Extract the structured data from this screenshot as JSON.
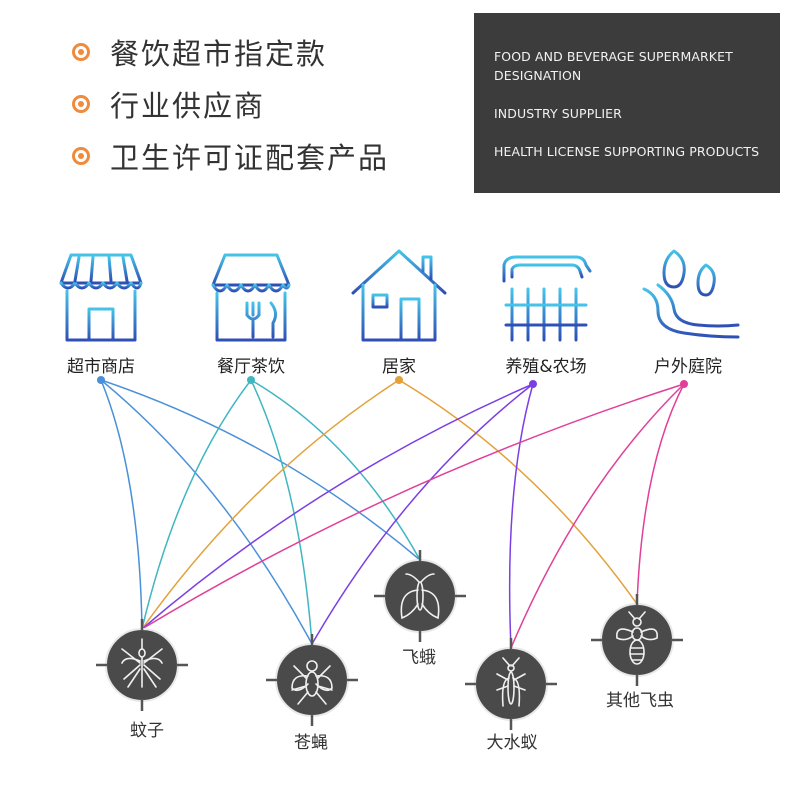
{
  "features": [
    {
      "text": "餐饮超市指定款"
    },
    {
      "text": "行业供应商"
    },
    {
      "text": "卫生许可证配套产品"
    }
  ],
  "english_box": {
    "lines": [
      "FOOD AND BEVERAGE SUPERMARKET DESIGNATION",
      "INDUSTRY SUPPLIER",
      "HEALTH LICENSE SUPPORTING PRODUCTS"
    ]
  },
  "colors": {
    "bullet": "#f08a3c",
    "box_bg": "#3c3c3c",
    "insect_circle": "#4a4a4a"
  },
  "locations": [
    {
      "id": "supermarket",
      "label": "超市商店",
      "icon": "storefront-icon",
      "color": "#4a90d9"
    },
    {
      "id": "restaurant",
      "label": "餐厅茶饮",
      "icon": "cafe-awning-icon",
      "color": "#3fb6c0"
    },
    {
      "id": "home",
      "label": "居家",
      "icon": "house-icon",
      "color": "#e3a13a"
    },
    {
      "id": "farm",
      "label": "养殖&农场",
      "icon": "farm-barn-icon",
      "color": "#7b3fe4"
    },
    {
      "id": "outdoor",
      "label": "户外庭院",
      "icon": "trees-path-icon",
      "color": "#e0409a"
    }
  ],
  "insects": [
    {
      "id": "mosquito",
      "label": "蚊子",
      "icon": "mosquito-icon"
    },
    {
      "id": "fly",
      "label": "苍蝇",
      "icon": "fly-icon"
    },
    {
      "id": "moth",
      "label": "飞蛾",
      "icon": "moth-icon"
    },
    {
      "id": "mayfly",
      "label": "大水蚁",
      "icon": "mayfly-icon"
    },
    {
      "id": "wasp",
      "label": "其他飞虫",
      "icon": "wasp-icon"
    }
  ],
  "connections": [
    {
      "from": "supermarket",
      "to": "mosquito"
    },
    {
      "from": "supermarket",
      "to": "fly"
    },
    {
      "from": "supermarket",
      "to": "moth"
    },
    {
      "from": "restaurant",
      "to": "mosquito"
    },
    {
      "from": "restaurant",
      "to": "fly"
    },
    {
      "from": "restaurant",
      "to": "moth"
    },
    {
      "from": "home",
      "to": "mosquito"
    },
    {
      "from": "home",
      "to": "wasp"
    },
    {
      "from": "farm",
      "to": "mosquito"
    },
    {
      "from": "farm",
      "to": "fly"
    },
    {
      "from": "farm",
      "to": "mayfly"
    },
    {
      "from": "outdoor",
      "to": "mosquito"
    },
    {
      "from": "outdoor",
      "to": "mayfly"
    },
    {
      "from": "outdoor",
      "to": "wasp"
    }
  ]
}
